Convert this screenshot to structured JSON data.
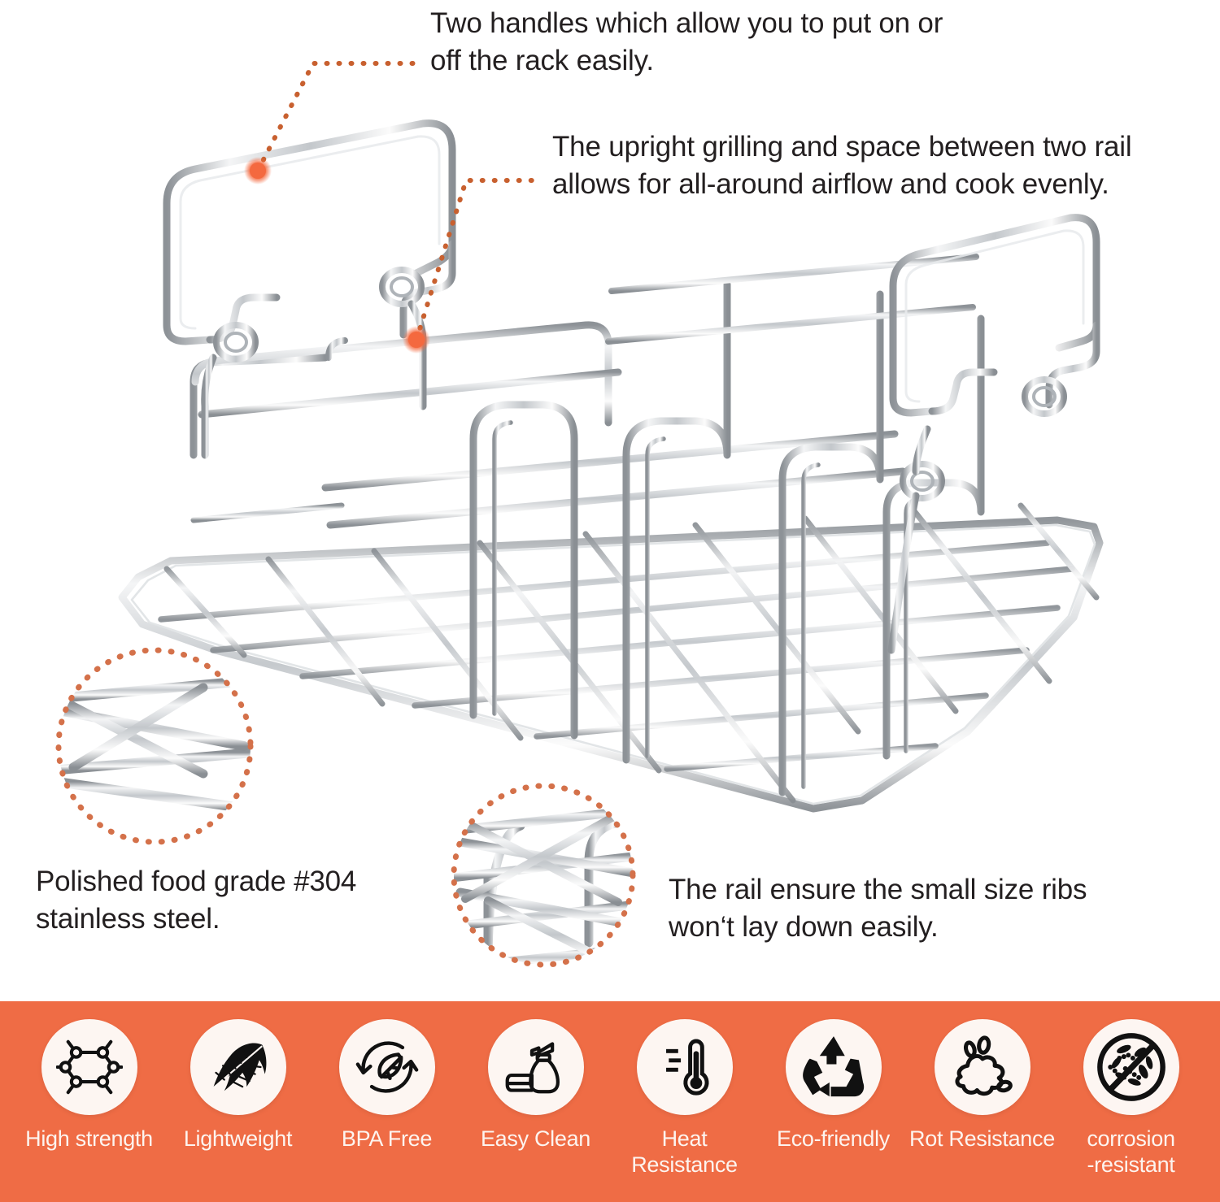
{
  "product": {
    "name": "stainless-steel-rib-rack",
    "material_finish": "polished stainless steel"
  },
  "callouts": [
    {
      "id": "handles",
      "text": "Two handles which allow you to put on or\noff the rack easily.",
      "dot_color": "#f4693f",
      "leader_color": "#c8602f"
    },
    {
      "id": "airflow",
      "text": "The upright grilling and space between two rail\nallows for all-around airflow and cook evenly.",
      "dot_color": "#f4693f",
      "leader_color": "#c8602f"
    }
  ],
  "insets": [
    {
      "id": "steel",
      "caption": "Polished food grade #304\nstainless steel.",
      "ring_color": "#d4714a"
    },
    {
      "id": "rail",
      "caption": "The rail ensure the small size ribs\nwon‘t lay down easily.",
      "ring_color": "#d4714a"
    }
  ],
  "feature_bar": {
    "background_color": "#ef6c45",
    "circle_color": "#fdf6f2",
    "label_color": "#fdf4ef",
    "features": [
      {
        "icon": "molecule-hexagon-icon",
        "label": "High strength"
      },
      {
        "icon": "feather-icon",
        "label": "Lightweight"
      },
      {
        "icon": "leaf-recycle-arrows-icon",
        "label": "BPA Free"
      },
      {
        "icon": "spray-bottle-icon",
        "label": "Easy Clean"
      },
      {
        "icon": "thermometer-icon",
        "label": "Heat Resistance"
      },
      {
        "icon": "recycle-icon",
        "label": "Eco-friendly"
      },
      {
        "icon": "water-splash-icon",
        "label": "Rot Resistance"
      },
      {
        "icon": "no-bacteria-icon",
        "label": "corrosion\n-resistant"
      }
    ]
  },
  "colors": {
    "accent_orange": "#ef6c45",
    "dot_orange": "#f4693f",
    "leader_dot": "#c8602f",
    "text_dark": "#231f20",
    "metal_light": "#f2f3f4",
    "metal_mid": "#b9bdc1",
    "metal_dark": "#7d8388"
  }
}
